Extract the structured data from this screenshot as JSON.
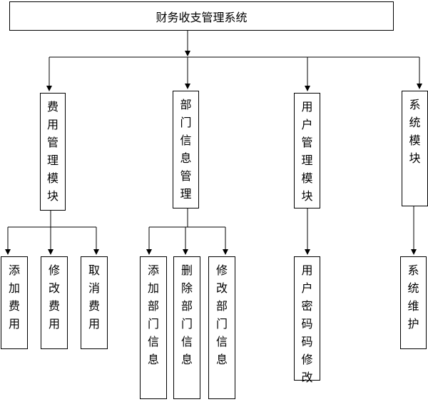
{
  "root": {
    "label": "财务收支管理系统"
  },
  "modules": [
    {
      "label": "费用管理模块",
      "children": [
        "添加费用",
        "修改费用",
        "取消费用"
      ]
    },
    {
      "label": "部门信息管理",
      "children": [
        "添加部门信息",
        "删除部门信息",
        "修改部门信息"
      ]
    },
    {
      "label": "用户管理模块",
      "children": [
        "用户密码码修改"
      ]
    },
    {
      "label": "系统模块",
      "children": [
        "系统维护"
      ]
    }
  ]
}
